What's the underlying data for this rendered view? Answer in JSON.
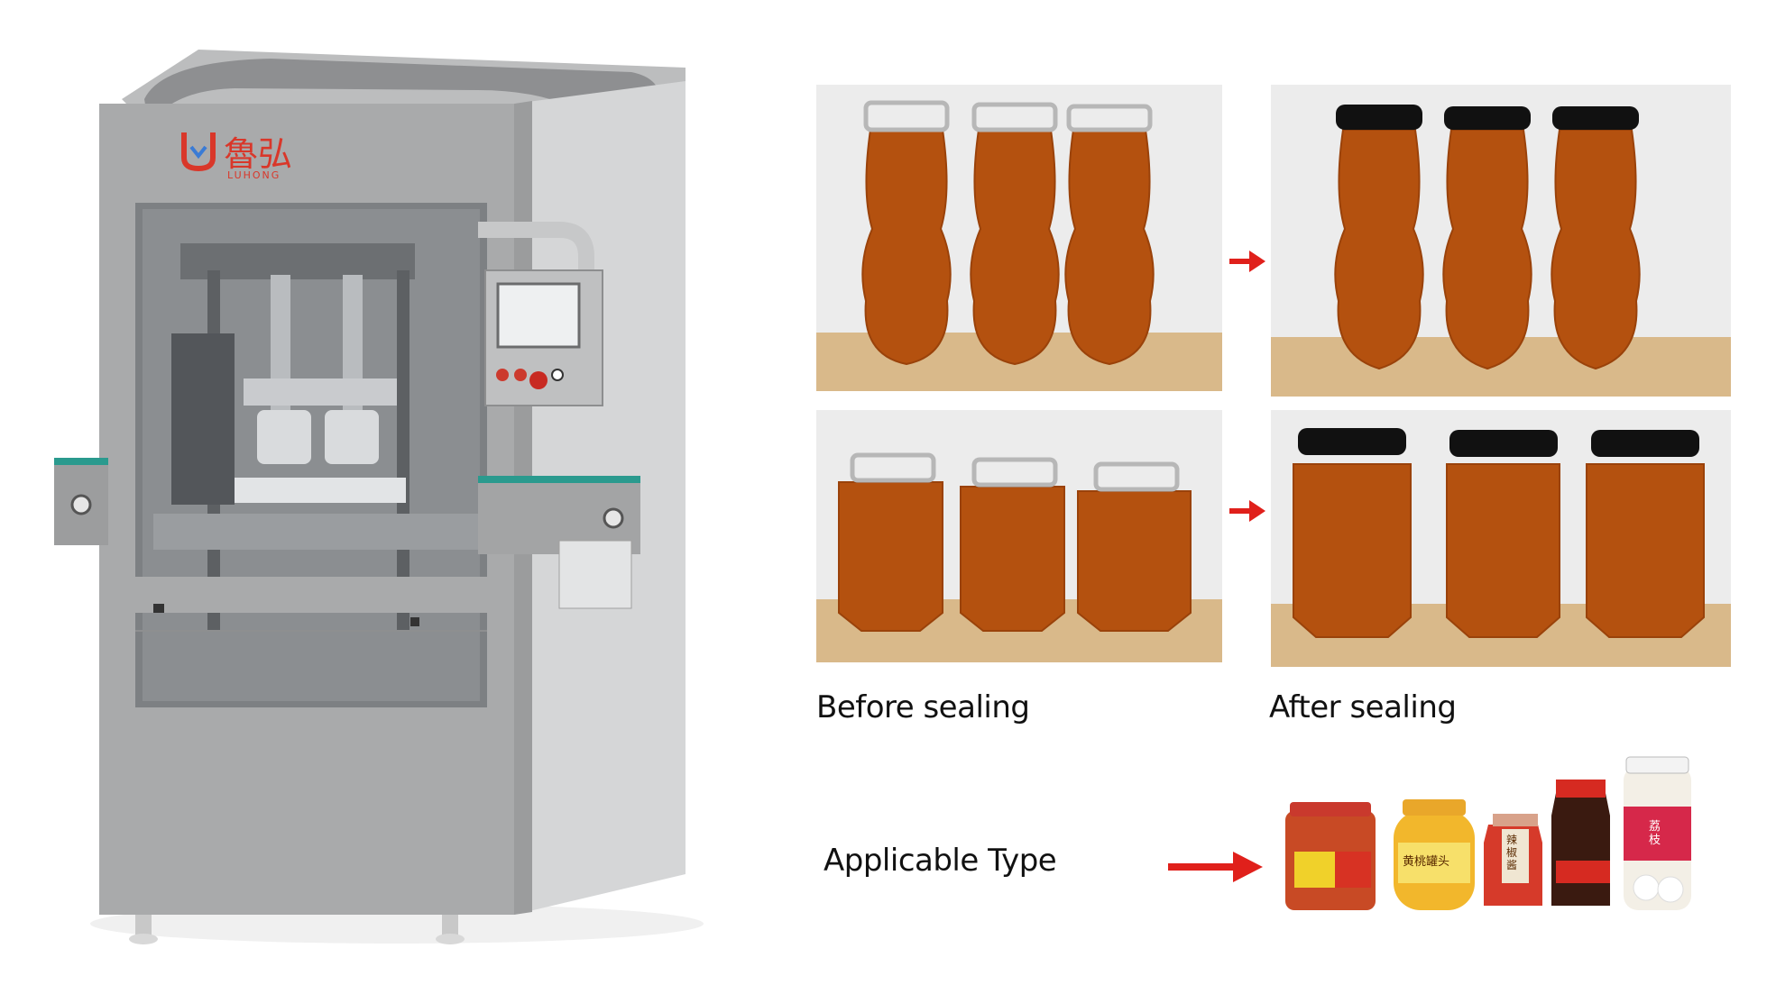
{
  "machine": {
    "brand_name": "魯弘",
    "brand_latin": "LUHONG",
    "brand_color": "#d9372a",
    "body_color": "#a9aaab"
  },
  "comparison": {
    "before_label": "Before sealing",
    "after_label": "After sealing",
    "arrow_color": "#e0201b",
    "liquid_color": "#b4510f",
    "cap_color": "#111111"
  },
  "applicable": {
    "label": "Applicable Type",
    "arrow_color": "#e0201b",
    "jars": [
      {
        "kind": "chili-jar-red"
      },
      {
        "kind": "peach-jar",
        "text": "黄桃罐头"
      },
      {
        "kind": "chili-sauce-jar",
        "text": "辣椒酱"
      },
      {
        "kind": "black-bean-jar"
      },
      {
        "kind": "lychee-jar",
        "text": "荔枝"
      }
    ]
  }
}
